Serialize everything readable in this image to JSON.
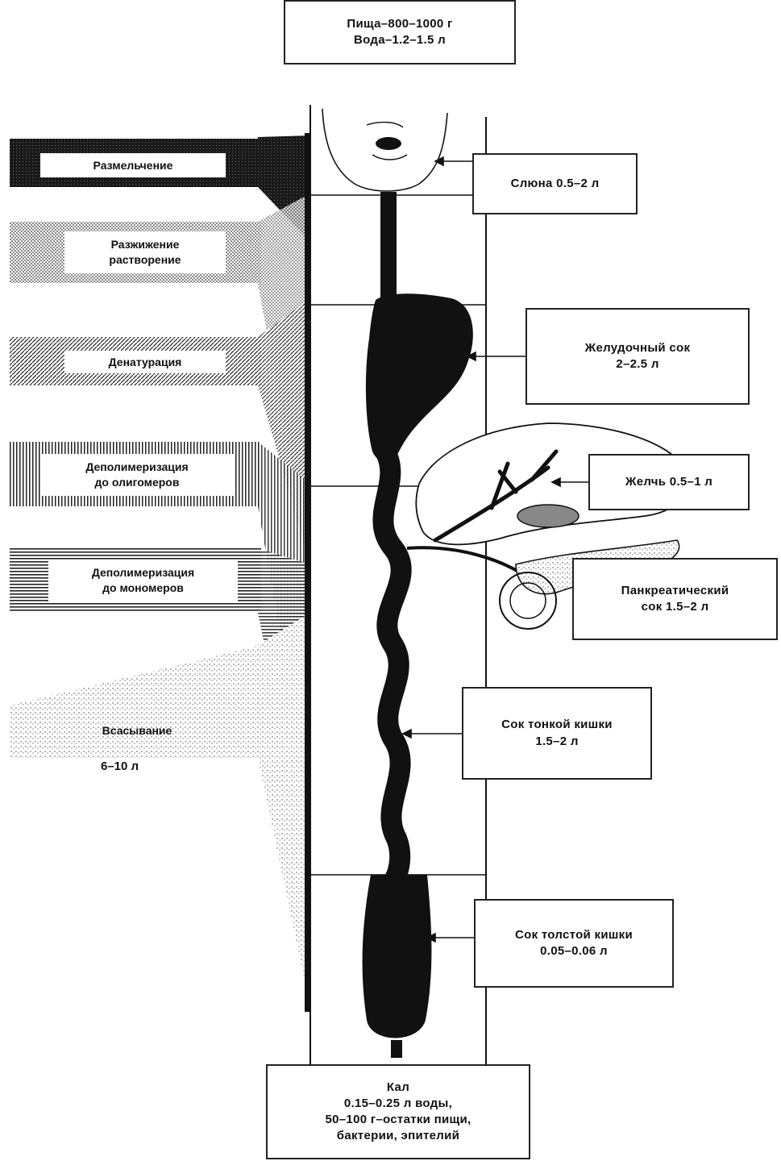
{
  "intake": {
    "lines": [
      "Пища–800–1000 г",
      "Вода–1.2–1.5 л"
    ]
  },
  "processes": [
    {
      "lines": [
        "Размельчение"
      ]
    },
    {
      "lines": [
        "Разжижение",
        "растворение"
      ]
    },
    {
      "lines": [
        "Денатурация"
      ]
    },
    {
      "lines": [
        "Деполимеризация",
        "до олигомеров"
      ]
    },
    {
      "lines": [
        "Деполимеризация",
        "до мономеров"
      ]
    },
    {
      "lines": [
        "Всасывание"
      ],
      "sub": "6–10 л"
    }
  ],
  "secretions": [
    {
      "lines": [
        "Слюна 0.5–2 л"
      ]
    },
    {
      "lines": [
        "Желудочный сок",
        "2–2.5 л"
      ]
    },
    {
      "lines": [
        "Желчь 0.5–1 л"
      ]
    },
    {
      "lines": [
        "Панкреатический",
        "сок 1.5–2 л"
      ]
    },
    {
      "lines": [
        "Сок тонкой кишки",
        "1.5–2 л"
      ]
    },
    {
      "lines": [
        "Сок толстой кишки",
        "0.05–0.06 л"
      ]
    }
  ],
  "output": {
    "lines": [
      "Кал",
      "0.15–0.25 л воды,",
      "50–100 г–остатки пищи,",
      "бактерии, эпителий"
    ]
  }
}
